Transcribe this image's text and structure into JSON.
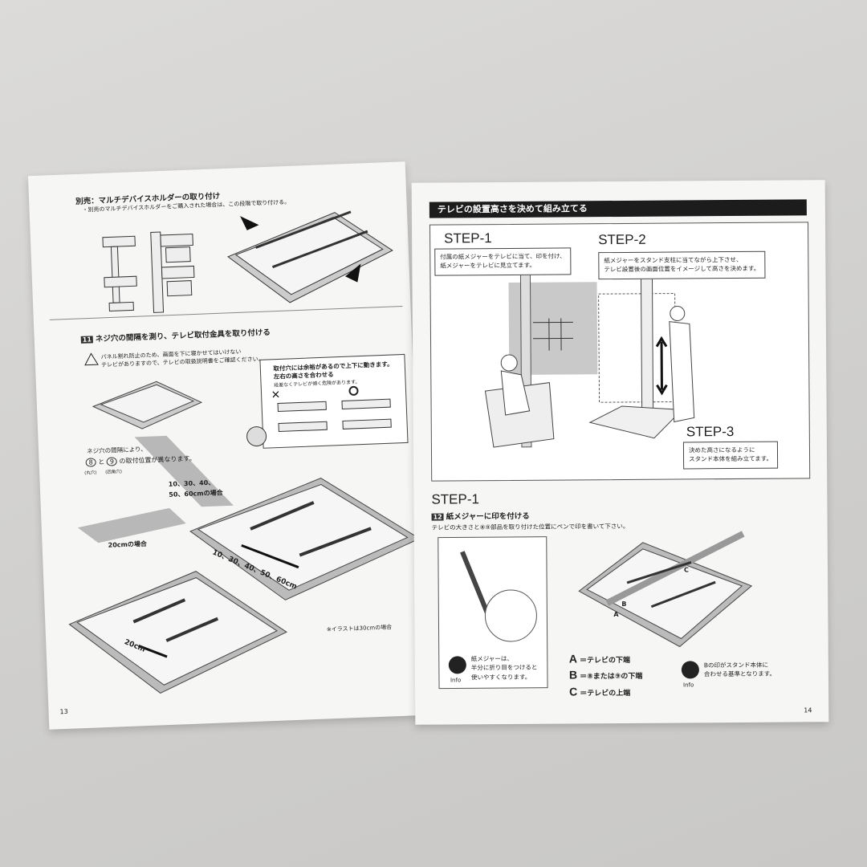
{
  "left_page": {
    "sec1_title": "別売：マルチデバイスホルダーの取り付け",
    "sec1_note": "・別売のマルチデバイスホルダーをご購入された場合は、この段階で取り付ける。",
    "step_num": "11",
    "sec2_title": "ネジ穴の間隔を測り、テレビ取付金具を取り付ける",
    "warn_line1": "パネル割れ防止のため、画面を下に寝かせてはいけない",
    "warn_line2": "テレビがありますので、テレビの取扱説明書をご確認ください。",
    "tip_title1": "取付穴には余裕があるので上下に動きます。",
    "tip_title2": "左右の高さを合わせる",
    "tip_sub": "段差なくテレビが傾く危険があります。",
    "spacing_note": "ネジ穴の間隔により、",
    "spacing_note2": "の取付位置が異なります。",
    "and_text": "と",
    "part8": "8",
    "part9": "9",
    "round_hole": "(丸穴)",
    "square_hole": "(四角穴)",
    "case_a": "10、30、40、",
    "case_a2": "50、60cmの場合",
    "case_b": "20cmの場合",
    "dim_a": "10、30、40、50、60cm",
    "dim_b": "20cm",
    "footnote": "※イラストは30cmの場合",
    "page_num": "13"
  },
  "right_page": {
    "banner": "テレビの設置高さを決めて組み立てる",
    "step1_label": "STEP-1",
    "step1_text1": "付属の紙メジャーをテレビに当て、印を付け、",
    "step1_text2": "紙メジャーをテレビに見立てます。",
    "step2_label": "STEP-2",
    "step2_text1": "紙メジャーをスタンド支柱に当てながら上下させ、",
    "step2_text2": "テレビ設置後の画面位置をイメージして高さを決めます。",
    "step3_label": "STEP-3",
    "step3_text1": "決めた高さになるように",
    "step3_text2": "スタンド本体を組み立てます。",
    "sub_step": "STEP-1",
    "step_num": "12",
    "sub_title": "紙メジャーに印を付ける",
    "sub_desc": "テレビの大きさと⑧⑨部品を取り付けた位置にペンで印を書いて下さい。",
    "info1_text1": "紙メジャーは、",
    "info1_text2": "半分に折り目をつけると",
    "info1_text3": "使いやすくなります。",
    "info_label": "Info",
    "legend": [
      {
        "letter": "A",
        "text": "＝テレビの下端"
      },
      {
        "letter": "B",
        "text": "＝⑧または⑨の下端"
      },
      {
        "letter": "C",
        "text": "＝テレビの上端"
      }
    ],
    "mark_a": "A",
    "mark_b": "B",
    "mark_c": "C",
    "info2_text1": "Bの印がスタンド本体に",
    "info2_text2": "合わせる基準となります。",
    "page_num": "14"
  }
}
